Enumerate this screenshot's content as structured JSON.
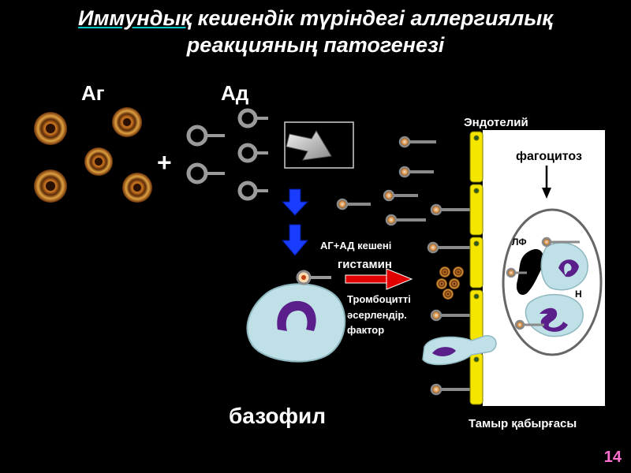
{
  "title": {
    "line1_part_a": "Иммундық",
    "line1_part_b": " кешендік түріндегі  аллергиялық",
    "line2": "реакцияның патогенезі"
  },
  "labels": {
    "antigen": "Аг",
    "antibody": "Ад",
    "plus": "+",
    "complex": "АГ+АД кешені",
    "histamine": "гистамин",
    "platelet_factor_1": "Тромбоцитті",
    "platelet_factor_2": "әсерлендір.",
    "platelet_factor_3": "фактор",
    "endothelium": "Эндотелий",
    "phagocytosis": "фагоцитоз",
    "lf": "ЛФ",
    "n": "Н",
    "basophil": "базофил",
    "vessel_wall": "Тамыр қабырғасы"
  },
  "page_number": "14",
  "colors": {
    "background": "#000000",
    "endothelium": "#f5e600",
    "arrow_blue": "#1a3cff",
    "arrow_red": "#e00000",
    "cell": "#bfe0e6",
    "nucleus": "#5a1f8a"
  }
}
